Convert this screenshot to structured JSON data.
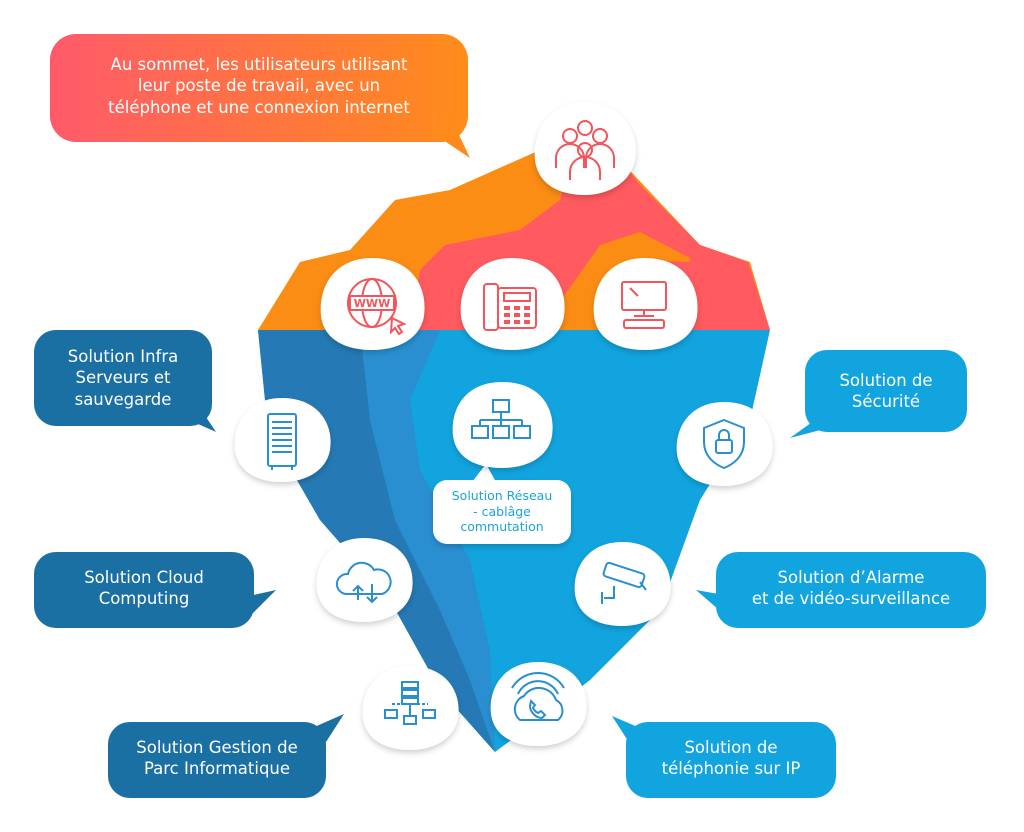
{
  "callouts": {
    "top": [
      "Au sommet, les utilisateurs utilisant",
      "leur poste de travail, avec un",
      "téléphone et une connexion internet"
    ],
    "infra": [
      "Solution Infra",
      "Serveurs et",
      "sauvegarde"
    ],
    "securite": [
      "Solution de",
      "Sécurité"
    ],
    "reseau": [
      "Solution Réseau",
      "- cablâge",
      "commutation"
    ],
    "cloud": [
      "Solution Cloud",
      "Computing"
    ],
    "alarme": [
      "Solution d’Alarme",
      "et de vidéo-surveillance"
    ],
    "gestion": [
      "Solution Gestion de",
      "Parc Informatique"
    ],
    "telephonie": [
      "Solution de",
      "téléphonie sur IP"
    ]
  },
  "icons": {
    "www_text": "WWW"
  },
  "colors": {
    "orange": "#fb8c14",
    "coral": "#ff5a5f",
    "blue_dark": "#1a6fa3",
    "blue_mid": "#2a8fd0",
    "blue_light": "#12a4df",
    "icon_red": "#f2545b",
    "icon_blue": "#2b8fcf"
  }
}
